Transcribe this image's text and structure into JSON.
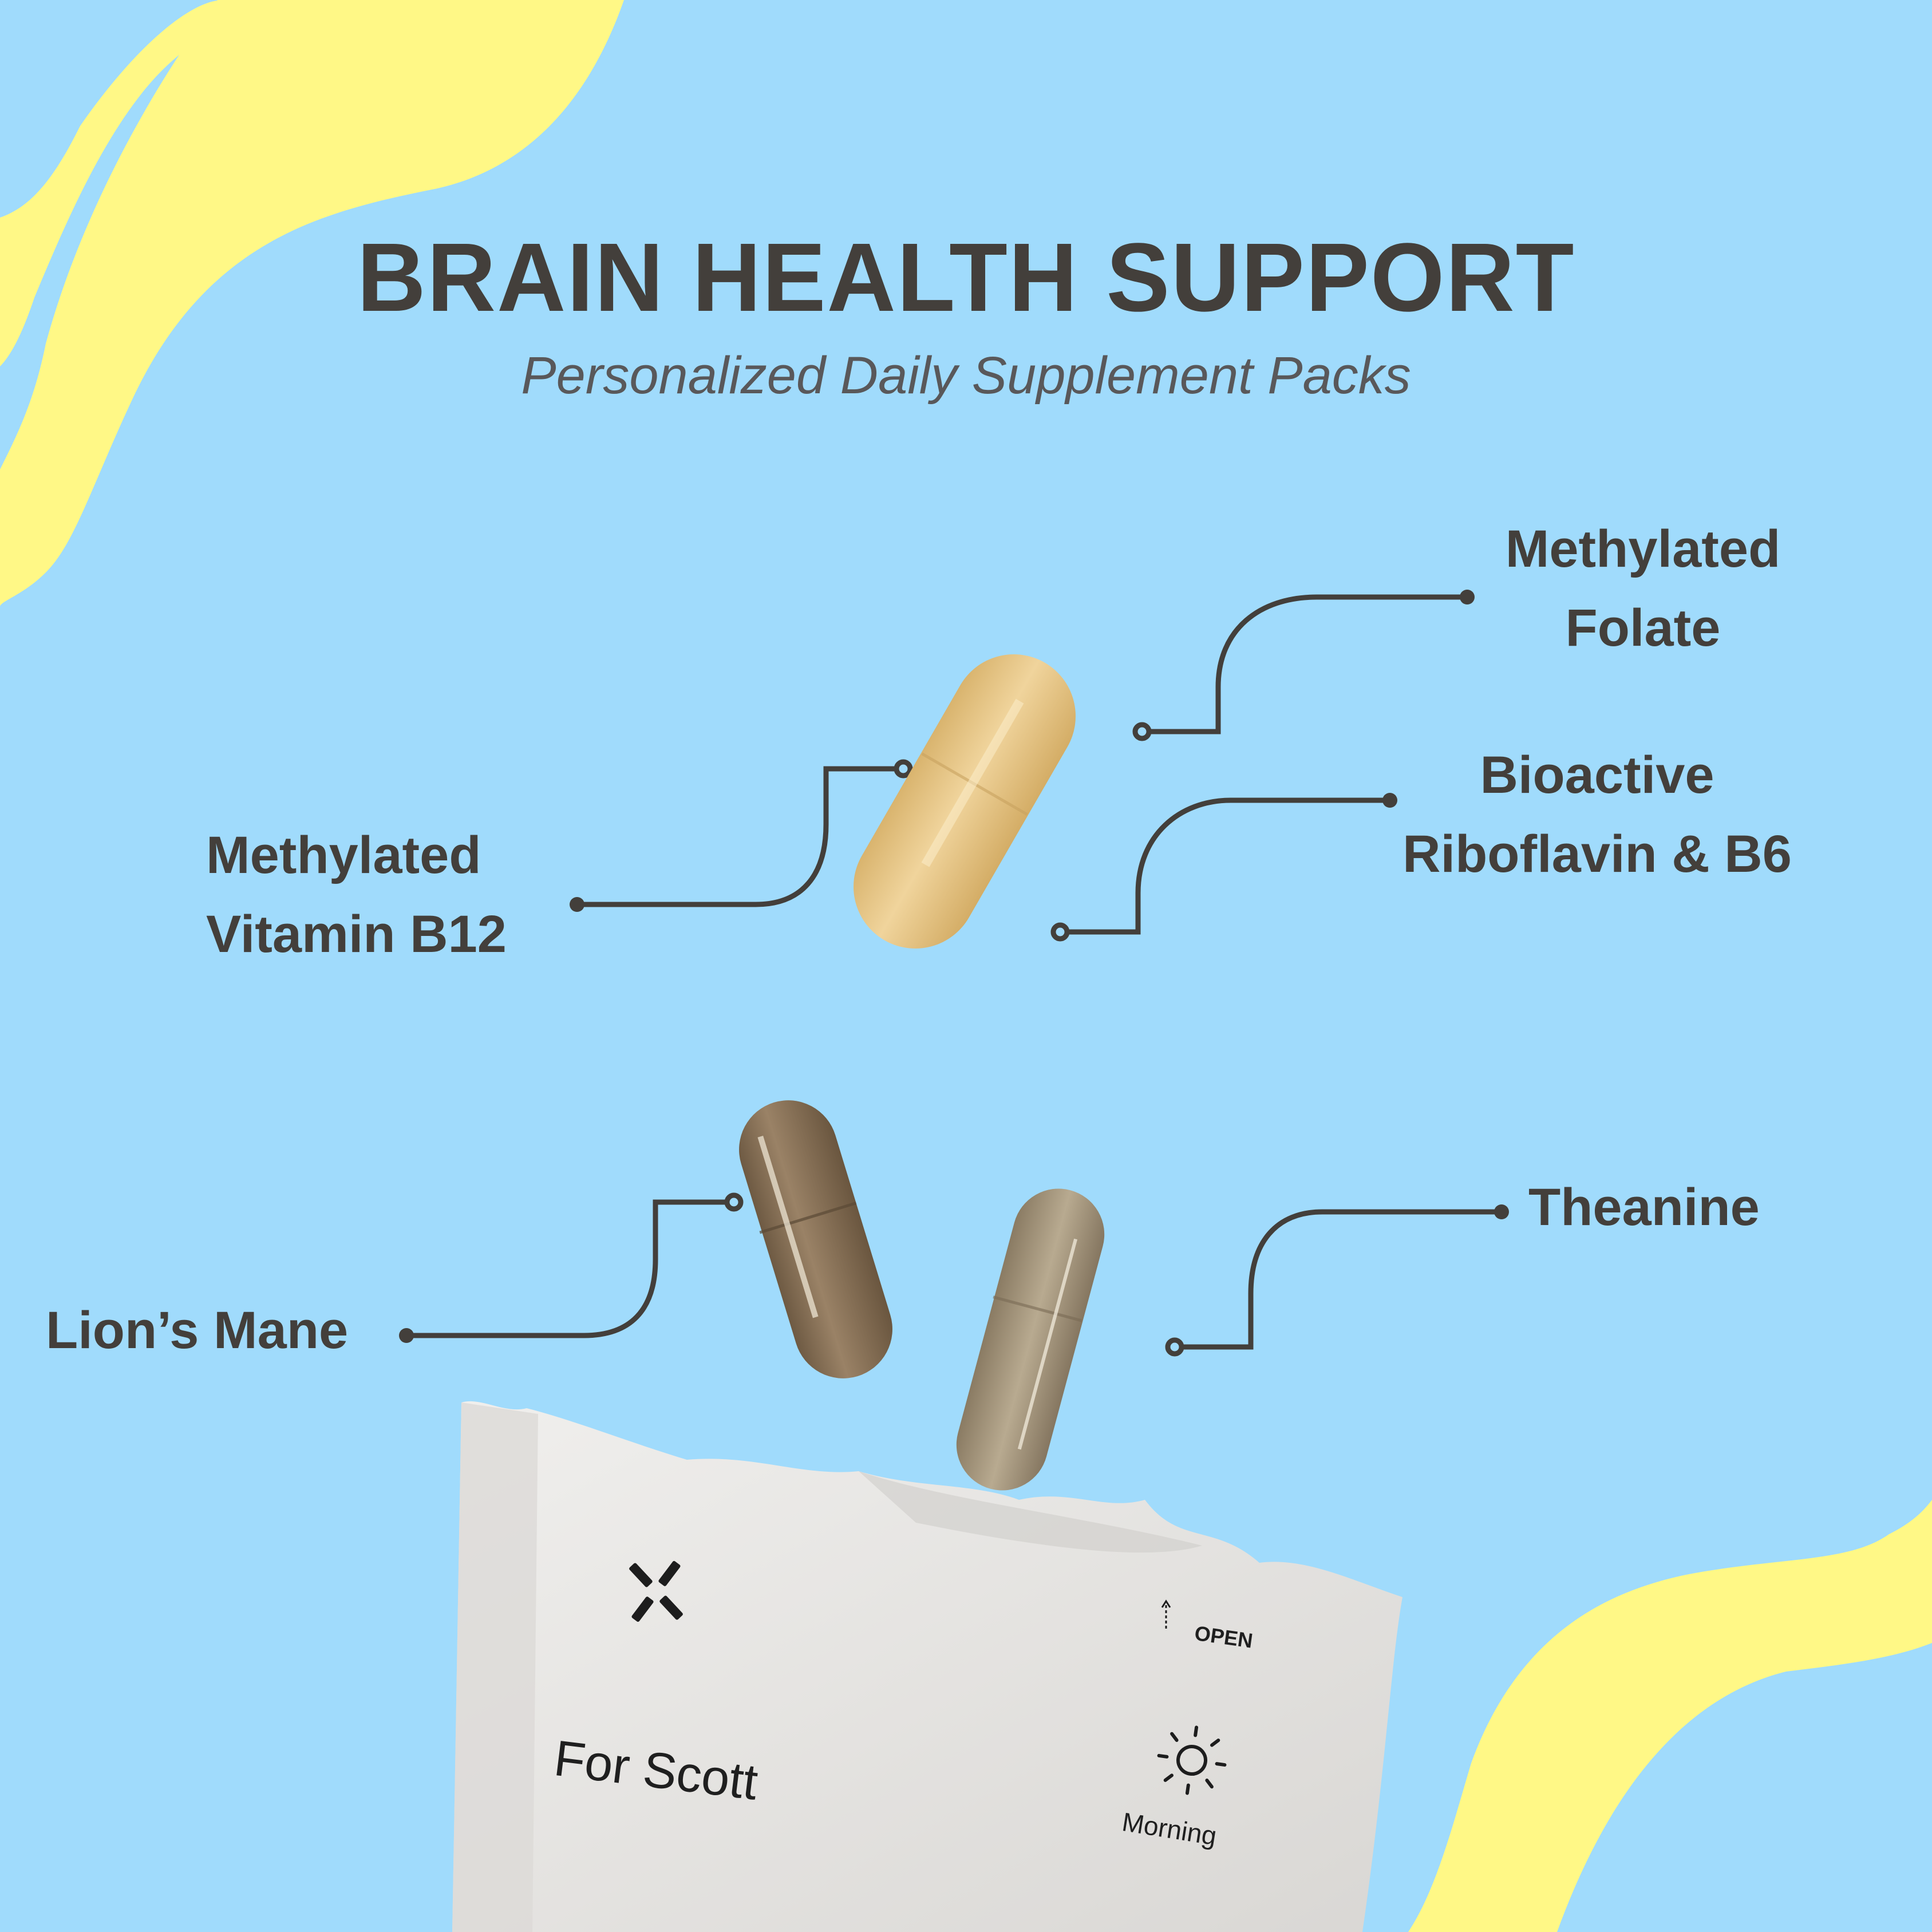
{
  "colors": {
    "background": "#a0dbfc",
    "wave": "#fff886",
    "text_dark": "#433f3b",
    "text_subtitle": "#59585a",
    "pill_yellow": "#e6c283",
    "pill_brown": "#8a7256",
    "pill_tan": "#a2937a",
    "pack": "#e7e6e4"
  },
  "header": {
    "title": "BRAIN HEALTH SUPPORT",
    "subtitle": "Personalized Daily Supplement Packs"
  },
  "ingredients": [
    {
      "id": "methylated-folate",
      "line1": "Methylated",
      "line2": "Folate"
    },
    {
      "id": "bioactive-riboflavin-b6",
      "line1": "Bioactive",
      "line2": "Riboflavin & B6"
    },
    {
      "id": "methylated-vitamin-b12",
      "line1": "Methylated",
      "line2": "Vitamin B12"
    },
    {
      "id": "lions-mane",
      "line1": "Lion’s Mane"
    },
    {
      "id": "theanine",
      "line1": "Theanine"
    }
  ],
  "pack": {
    "recipient": "For Scott",
    "open_label": "OPEN",
    "time_of_day": "Morning",
    "logo_icon": "x-logo-icon",
    "time_icon": "sun-icon",
    "open_icon": "arrow-up-dashed-icon"
  }
}
